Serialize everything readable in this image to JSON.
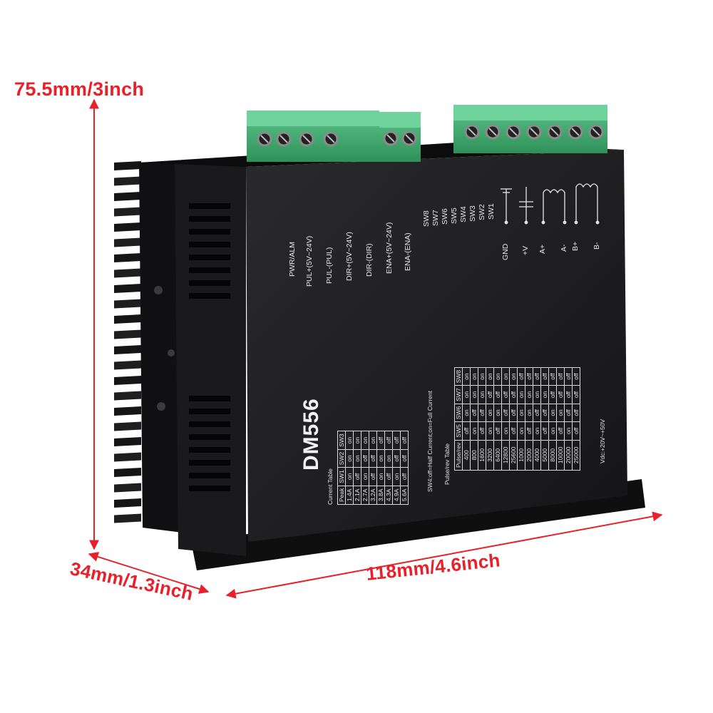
{
  "dimensions": {
    "height": "75.5mm/3inch",
    "depth": "34mm/1.3inch",
    "length": "118mm/4.6inch"
  },
  "device": {
    "model": "DM556",
    "signal_labels": [
      "PWR/ALM",
      "PUL+(5V~24V)",
      "PUL-(PUL)",
      "DIR+(5V~24V)",
      "DIR-(DIR)",
      "ENA+(5V~24V)",
      "ENA-(ENA)"
    ],
    "switch_labels": [
      "SW8",
      "SW7",
      "SW6",
      "SW5",
      "SW4",
      "SW3",
      "SW2",
      "SW1"
    ],
    "power_labels": [
      "GND",
      "+V",
      "A+",
      "A-",
      "B+",
      "B-"
    ],
    "current_table": {
      "title": "Current Table",
      "headers": [
        "Peak",
        "SW1",
        "SW2",
        "SW3"
      ],
      "rows": [
        [
          "1.4A",
          "on",
          "on",
          "on"
        ],
        [
          "2.1A",
          "off",
          "on",
          "on"
        ],
        [
          "2.7A",
          "on",
          "off",
          "on"
        ],
        [
          "3.2A",
          "off",
          "off",
          "on"
        ],
        [
          "3.8A",
          "on",
          "on",
          "off"
        ],
        [
          "4.3A",
          "off",
          "on",
          "off"
        ],
        [
          "4.9A",
          "on",
          "off",
          "off"
        ],
        [
          "5.6A",
          "off",
          "off",
          "off"
        ]
      ],
      "note": "SW4:off=Half Current;on=Full Current"
    },
    "pulse_table": {
      "title": "Pulse/rev Table",
      "headers": [
        "Pulse/rev",
        "SW5",
        "SW6",
        "SW7",
        "SW8"
      ],
      "rows": [
        [
          "400",
          "off",
          "on",
          "on",
          "on"
        ],
        [
          "800",
          "on",
          "off",
          "on",
          "on"
        ],
        [
          "1600",
          "off",
          "off",
          "on",
          "on"
        ],
        [
          "3200",
          "on",
          "on",
          "off",
          "on"
        ],
        [
          "6400",
          "off",
          "on",
          "off",
          "on"
        ],
        [
          "12800",
          "on",
          "off",
          "off",
          "on"
        ],
        [
          "25600",
          "off",
          "off",
          "off",
          "on"
        ],
        [
          "1000",
          "on",
          "on",
          "on",
          "off"
        ],
        [
          "2000",
          "off",
          "on",
          "on",
          "off"
        ],
        [
          "4000",
          "on",
          "off",
          "on",
          "off"
        ],
        [
          "5000",
          "off",
          "off",
          "on",
          "off"
        ],
        [
          "8000",
          "on",
          "on",
          "off",
          "off"
        ],
        [
          "10000",
          "off",
          "on",
          "off",
          "off"
        ],
        [
          "20000",
          "on",
          "off",
          "off",
          "off"
        ],
        [
          "25000",
          "off",
          "off",
          "off",
          "off"
        ]
      ],
      "note": "Vdc:+20V~+50V"
    }
  },
  "colors": {
    "dimension_red": "#e8202a",
    "housing": "#1b1b1d",
    "terminal_green": "#3aa56a"
  }
}
